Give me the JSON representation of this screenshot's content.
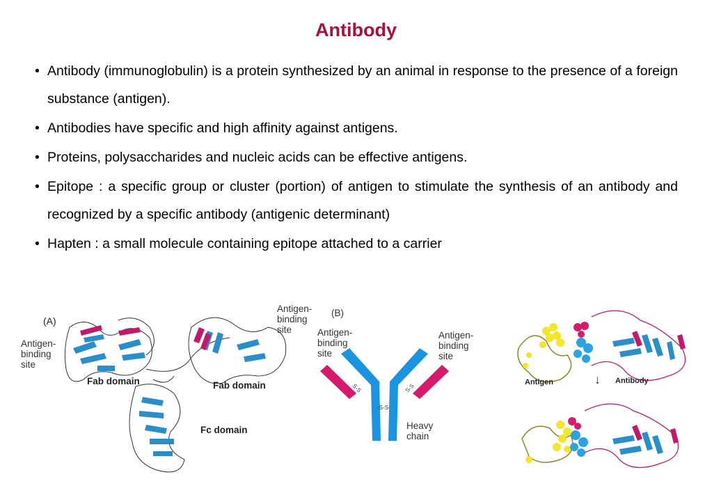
{
  "title": "Antibody",
  "bullets": [
    "Antibody (immunoglobulin) is a protein synthesized by an animal in response to the presence of a foreign substance (antigen).",
    "Antibodies have specific and high affinity against antigens.",
    "Proteins, polysaccharides and nucleic acids can be effective antigens.",
    "Epitope : a specific group or cluster (portion) of antigen to stimulate the synthesis of an antibody and recognized by a specific antibody (antigenic determinant)",
    "Hapten : a small molecule containing epitope attached to a carrier"
  ],
  "figure_a": {
    "panel_label": "(A)",
    "antigen_binding_site": "Antigen-\nbinding\nsite",
    "fab_label_1": "Fab domain",
    "fab_label_2": "Fab domain",
    "fc_label": "Fc domain",
    "antigen_binding_site_top": "Antigen-\nbinding\nsite"
  },
  "figure_b": {
    "panel_label": "(B)",
    "antigen_binding_site_left": "Antigen-\nbinding\nsite",
    "antigen_binding_site_right": "Antigen-\nbinding\nsite",
    "heavy_chain": "Heavy\nchain",
    "disulfide": "S-S",
    "disulfide_hinge": "-S-S-"
  },
  "figure_c": {
    "antigen_label": "Antigen",
    "antibody_label": "Antibody",
    "arrow": "↓"
  },
  "colors": {
    "title": "#a8123a",
    "heavy_chain": "#1a93e0",
    "light_chain": "#d81a6c",
    "strand_blue": "#2a8fc8",
    "strand_magenta": "#c21a6a",
    "antigen_yellow": "#f2e52a"
  }
}
